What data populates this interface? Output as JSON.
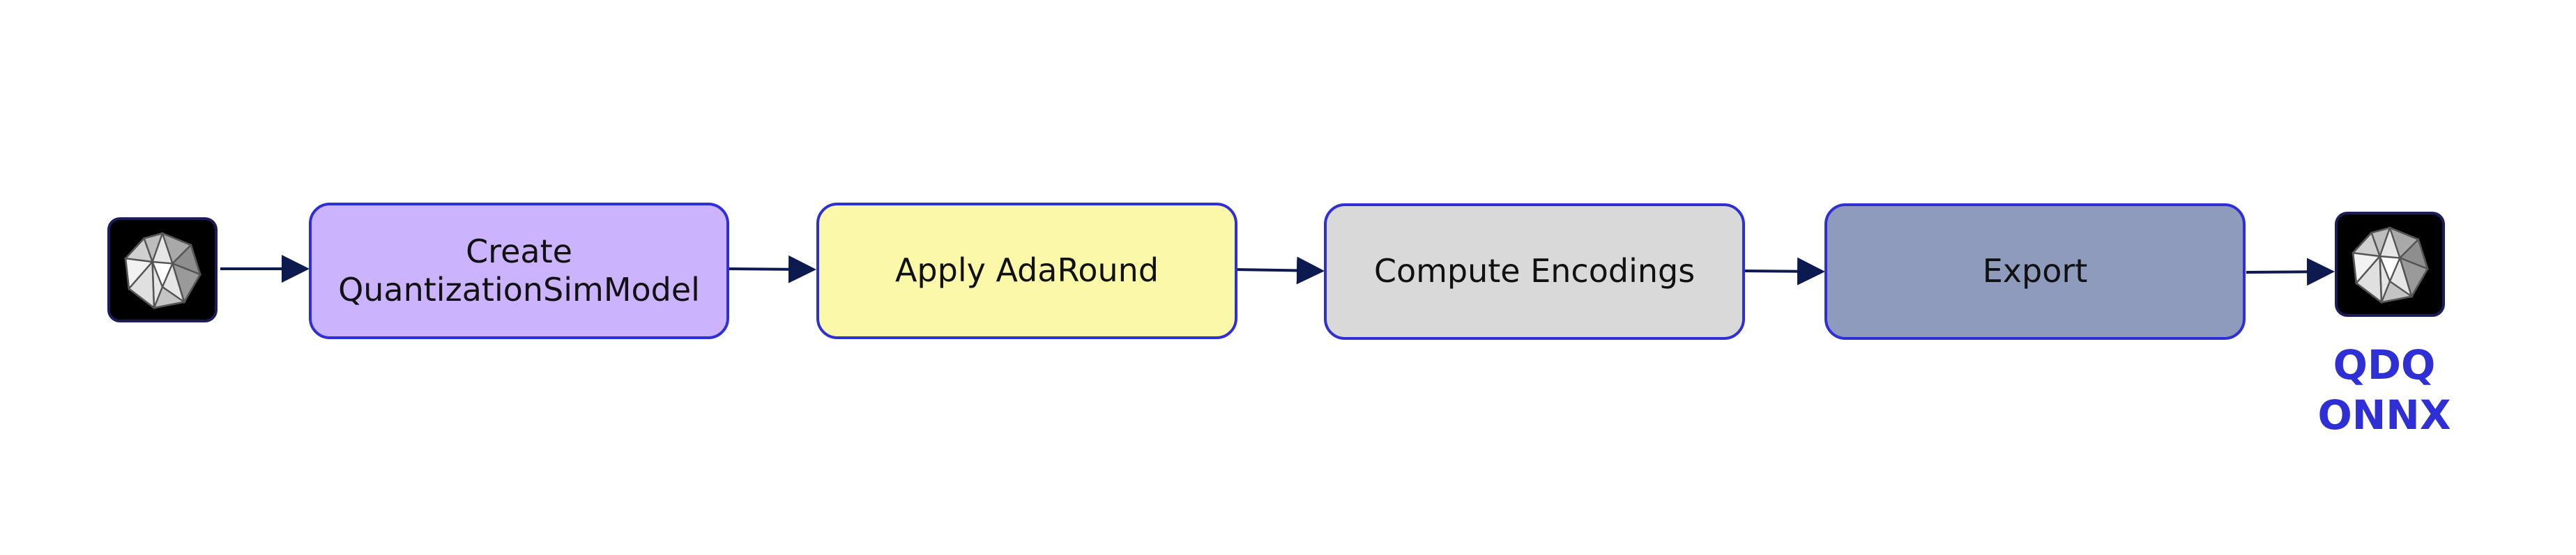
{
  "colors": {
    "border": "#2f2fd6",
    "arrow": "#0d1a4f",
    "label_accent": "#2f2fd6"
  },
  "diagram": {
    "input_icon": "onnx-polyhedron-icon",
    "output_icon": "onnx-polyhedron-icon",
    "steps": [
      {
        "lines": [
          "Create",
          "QuantizationSimModel"
        ],
        "fill": "#cbb3fd"
      },
      {
        "lines": [
          "Apply AdaRound"
        ],
        "fill": "#fbf9a9"
      },
      {
        "lines": [
          "Compute Encodings"
        ],
        "fill": "#d9d9d9"
      },
      {
        "lines": [
          "Export"
        ],
        "fill": "#8f9bbd"
      }
    ],
    "output_label": [
      "QDQ",
      "ONNX"
    ]
  }
}
